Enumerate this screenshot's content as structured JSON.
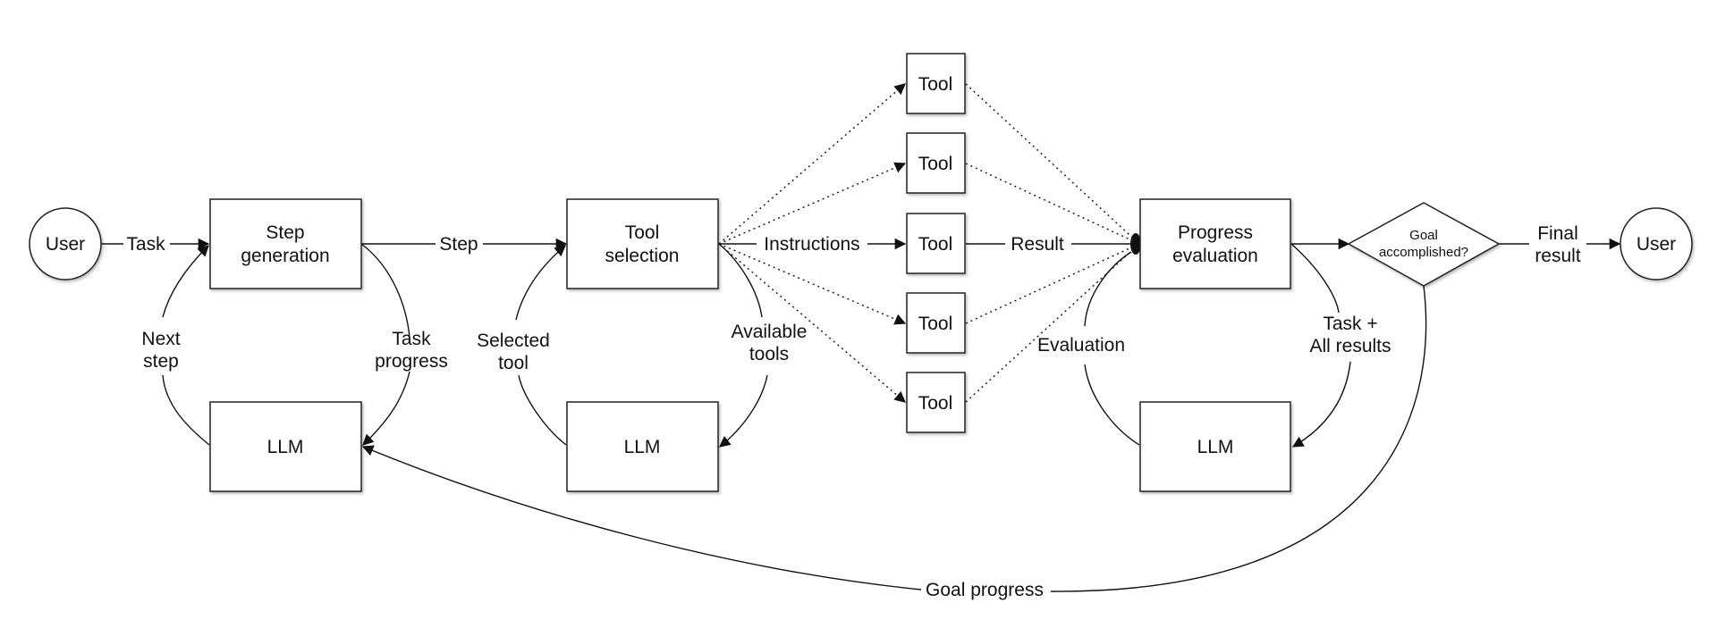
{
  "nodes": {
    "user_start": "User",
    "step_generation": [
      "Step",
      "generation"
    ],
    "tool_selection": [
      "Tool",
      "selection"
    ],
    "tool": "Tool",
    "progress_evaluation": [
      "Progress",
      "evaluation"
    ],
    "goal_decision": [
      "Goal",
      "accomplished?"
    ],
    "user_end": "User",
    "llm": "LLM"
  },
  "edges": {
    "task": "Task",
    "step": "Step",
    "instructions": "Instructions",
    "result": "Result",
    "final_result": [
      "Final",
      "result"
    ],
    "next_step": [
      "Next",
      "step"
    ],
    "task_progress": [
      "Task",
      "progress"
    ],
    "selected_tool": [
      "Selected",
      "tool"
    ],
    "available_tools": [
      "Available",
      "tools"
    ],
    "evaluation": "Evaluation",
    "task_all_results": [
      "Task +",
      "All results"
    ],
    "goal_progress": "Goal progress"
  },
  "colors": {
    "stroke": "#222222",
    "fill": "#ffffff",
    "text": "#111111"
  }
}
